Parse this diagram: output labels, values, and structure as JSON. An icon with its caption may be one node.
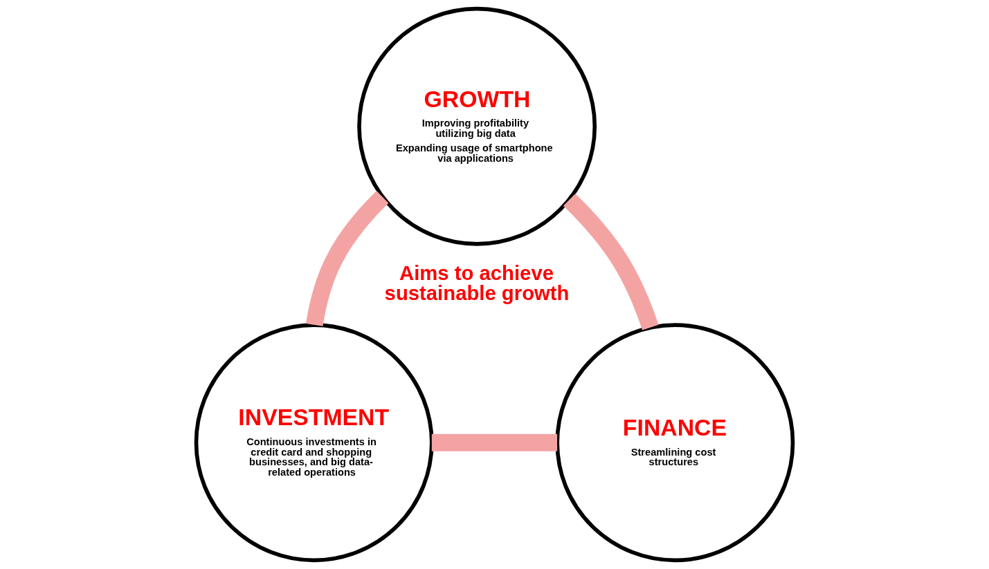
{
  "diagram": {
    "nodes": [
      {
        "text": [
          "GROWTH",
          "Improving profitability utilizing big data",
          "Expanding usage of smartphone via applications"
        ]
      },
      {
        "text": [
          "INVESTMENT",
          "Continuous investments in credit card and shopping businesses, and big data-related operations"
        ]
      },
      {
        "text": [
          "FINANCE",
          "Streamlining cost structures"
        ]
      }
    ],
    "edges": [
      {
        "from": 0,
        "to": 1,
        "arrow": "none"
      },
      {
        "from": 0,
        "to": 2,
        "arrow": "none"
      },
      {
        "from": 1,
        "to": 2,
        "arrow": "none"
      }
    ],
    "labels": [
      "Aims to achieve sustainable growth"
    ]
  }
}
